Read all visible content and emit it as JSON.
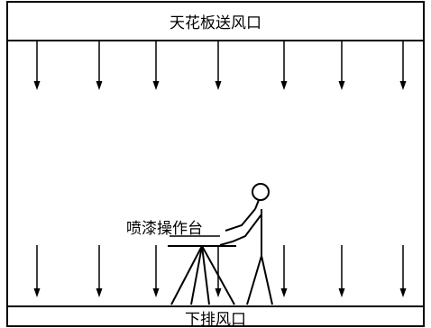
{
  "labels": {
    "ceiling": "天花板送风口",
    "booth": "喷漆操作台",
    "floor": "下排风口"
  },
  "colors": {
    "stroke": "#000000",
    "background": "#ffffff"
  }
}
